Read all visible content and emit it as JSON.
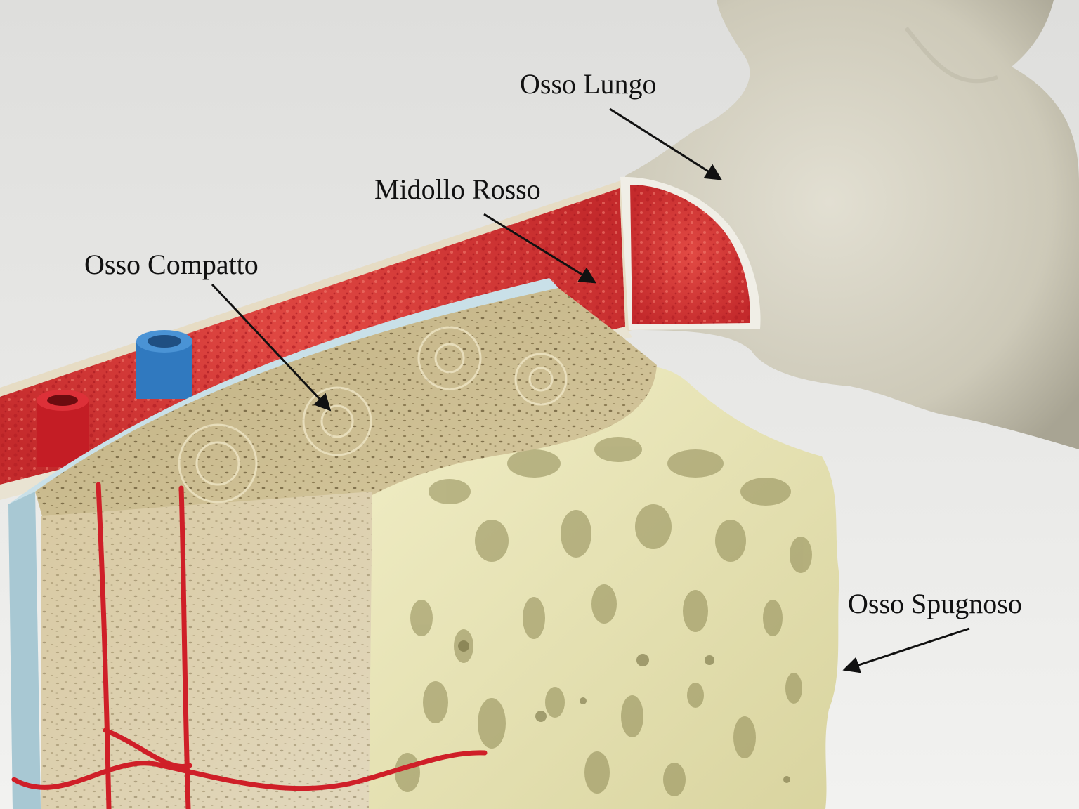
{
  "labels": {
    "long_bone": "Osso Lungo",
    "red_marrow": "Midollo Rosso",
    "compact_bone": "Osso Compatto",
    "spongy_bone": "Osso Spugnoso"
  },
  "colors": {
    "background": "#e4e4e2",
    "bone_surface": "#dcd8c8",
    "red_marrow": "#d9383a",
    "periosteum": "#cde3ea",
    "compact_bone": "#cfc29a",
    "spongy_bone": "#ede9bd",
    "artery": "#d2202a",
    "vein": "#3a86c8",
    "arrow": "#111111"
  }
}
